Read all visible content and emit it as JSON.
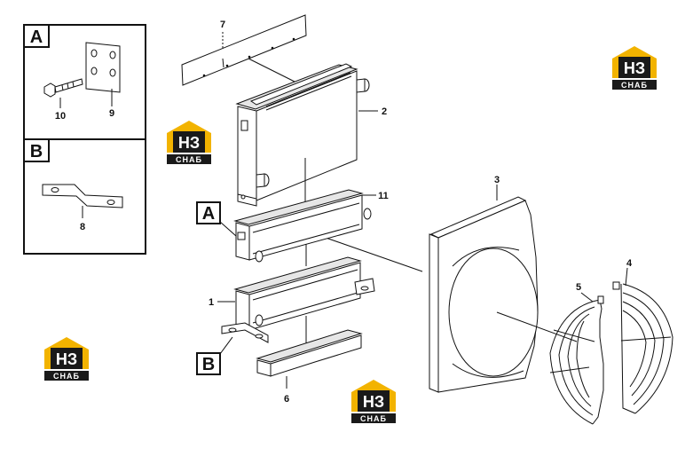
{
  "detail_boxes": [
    {
      "letter": "A",
      "parts": [
        "10",
        "9"
      ]
    },
    {
      "letter": "B",
      "parts": [
        "8"
      ]
    }
  ],
  "callouts": {
    "A": "A",
    "B": "B"
  },
  "part_numbers": {
    "p1": "1",
    "p2": "2",
    "p3": "3",
    "p4": "4",
    "p5": "5",
    "p6": "6",
    "p7": "7",
    "p8": "8",
    "p9": "9",
    "p10": "10",
    "p11": "11"
  },
  "logo": {
    "main": "НЗ",
    "sub": "СНАБ",
    "colors": {
      "accent": "#f2b300",
      "dark": "#1a1a1a"
    }
  }
}
